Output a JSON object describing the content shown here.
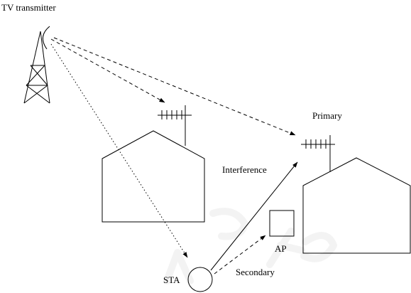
{
  "labels": {
    "tv_transmitter": "TV transmitter",
    "primary": "Primary",
    "interference": "Interference",
    "ap": "AP",
    "sta": "STA",
    "secondary": "Secondary"
  },
  "colors": {
    "line": "#000000",
    "background": "#ffffff",
    "watermark": "#f3f3f3"
  },
  "icons": [
    "transmitter-tower-icon",
    "antenna-icon"
  ]
}
